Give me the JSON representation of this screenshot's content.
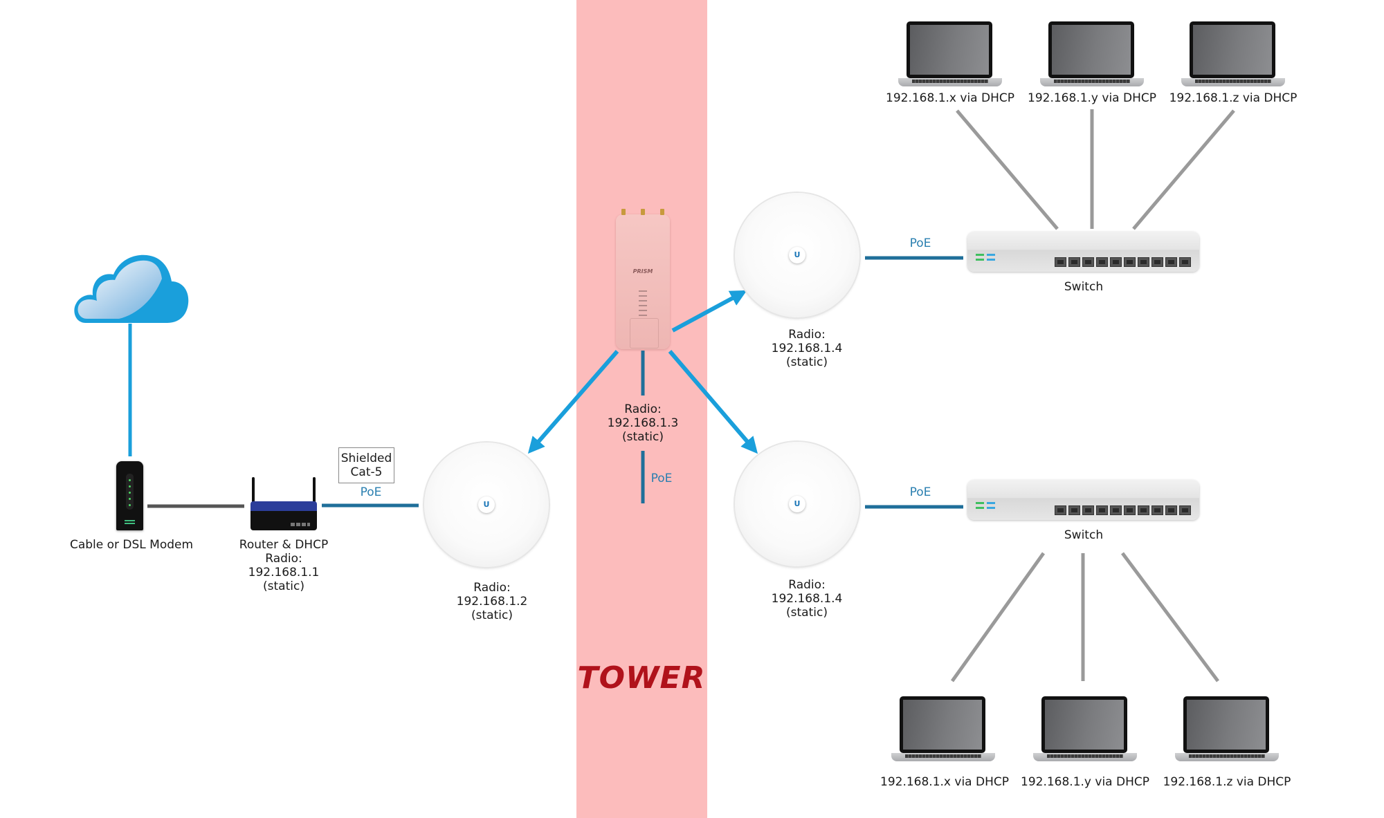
{
  "diagram": {
    "title": "Point-to-multipoint wireless network via tower",
    "colors": {
      "tower_band": "#fcbcbc",
      "tower_text": "#b0121b",
      "wireless_link": "#1a9fdb",
      "poe_cable": "#1f6f9a",
      "ethernet_cable": "#9a9a9a",
      "modem_cable": "#555555",
      "cloud": "#1a9fdb"
    },
    "tower": {
      "label": "TOWER"
    },
    "internet": {
      "icon": "cloud-icon"
    },
    "modem": {
      "label": "Cable or DSL Modem",
      "icon": "modem-icon"
    },
    "router": {
      "icon": "router-icon",
      "lines": [
        "Router & DHCP",
        "Radio:",
        "192.168.1.1",
        "(static)"
      ]
    },
    "cable_note": {
      "lines": [
        "Shielded",
        "Cat-5"
      ]
    },
    "poe_label": "PoE",
    "radio_left": {
      "icon": "dish-antenna-icon",
      "lines": [
        "Radio:",
        "192.168.1.2",
        "(static)"
      ]
    },
    "radio_tower": {
      "icon": "access-point-icon",
      "brand": "PRISM",
      "lines": [
        "Radio:",
        "192.168.1.3",
        "(static)"
      ]
    },
    "radio_right_top": {
      "icon": "dish-antenna-icon",
      "lines": [
        "Radio:",
        "192.168.1.4",
        "(static)"
      ]
    },
    "radio_right_bottom": {
      "icon": "dish-antenna-icon",
      "lines": [
        "Radio:",
        "192.168.1.4",
        "(static)"
      ]
    },
    "switch_top": {
      "label": "Switch",
      "ports": 10
    },
    "switch_bottom": {
      "label": "Switch",
      "ports": 10
    },
    "clients_top": [
      {
        "label": "192.168.1.x via DHCP"
      },
      {
        "label": "192.168.1.y via DHCP"
      },
      {
        "label": "192.168.1.z via DHCP"
      }
    ],
    "clients_bottom": [
      {
        "label": "192.168.1.x via DHCP"
      },
      {
        "label": "192.168.1.y via DHCP"
      },
      {
        "label": "192.168.1.z via DHCP"
      }
    ]
  }
}
